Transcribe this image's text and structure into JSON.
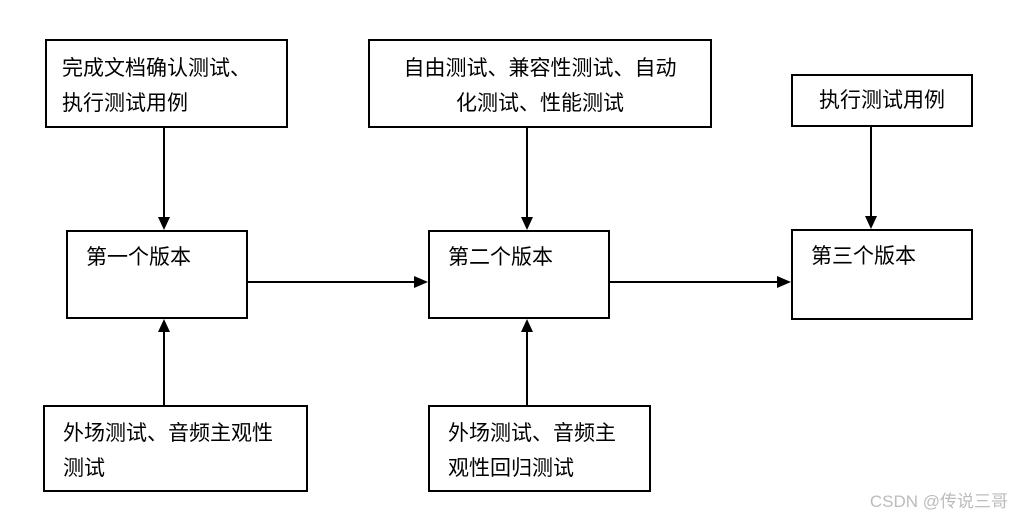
{
  "diagram": {
    "boxes": {
      "doc_confirm": {
        "lines": [
          "完成文档确认测试、",
          "执行测试用例"
        ]
      },
      "free_test": {
        "lines": [
          "自由测试、兼容性测试、自动",
          "化测试、性能测试"
        ]
      },
      "exec_case": {
        "label": "执行测试用例"
      },
      "v1": {
        "label": "第一个版本"
      },
      "v2": {
        "label": "第二个版本"
      },
      "v3": {
        "label": "第三个版本"
      },
      "field_test_1": {
        "lines": [
          "外场测试、音频主观性",
          "测试"
        ]
      },
      "field_test_2": {
        "lines": [
          "外场测试、音频主",
          "观性回归测试"
        ]
      }
    },
    "colors": {
      "border": "#000000",
      "text": "#000000",
      "background": "#ffffff",
      "watermark": "#bcbcbc"
    }
  },
  "watermark": {
    "text": "CSDN @传说三哥"
  }
}
